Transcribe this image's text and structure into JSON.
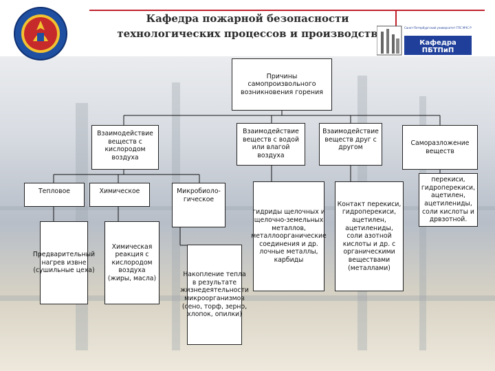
{
  "header": {
    "title_line1": "Кафедра пожарной безопасности",
    "title_line2": "технологических процессов и производств",
    "right_logo_caption": "Санкт-Петербургский университет ГПС МЧС России",
    "right_logo_text": "Кафедра ПБТПиП"
  },
  "diagram": {
    "root": "Причины самопроизвольного возникновения горения",
    "cat_oxygen": "Взаимодействие веществ с кислородом воздуха",
    "cat_water": "Взаимодействие веществ с водой или влагой воздуха",
    "cat_mutual": "Взаимодействие веществ друг с другом",
    "cat_selfdecomp": "Саморазложение веществ",
    "sub_thermal": "Тепловое",
    "sub_chemical": "Химическое",
    "sub_micro": "Микробиоло-гическое",
    "detail_thermal": "Предварительный нагрев извне (сушильные цеха)",
    "detail_chemical": "Химическая реакция с кислородом воздуха (жиры, масла)",
    "detail_micro": "Накопление тепла в результате жизнедеятельности микроорганизмов (сено, торф, зерно, хлопок, опилки)",
    "detail_water": "гидриды щелочных и щелочно-земельных металлов, металлоорганические соединения и др. лочные металлы, карбиды",
    "detail_mutual": "Контакт перекиси, гидроперекиси, ацетилен, ацетилениды, соли азотной кислоты и др. с органическими веществами (металлами)",
    "detail_selfdecomp": "перекиси, гидроперекиси, ацетилен, ацетилениды, соли кислоты и дрвзотной."
  },
  "colors": {
    "accent_red": "#c0202a",
    "title_text": "#2a2a2a",
    "right_logo_blue": "#1f3f9a"
  }
}
